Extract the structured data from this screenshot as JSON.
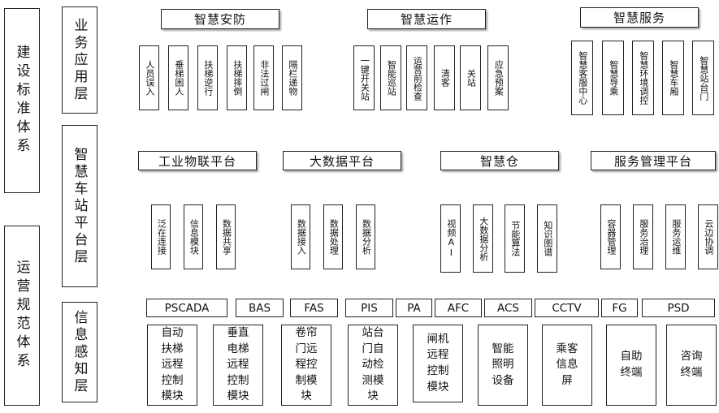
{
  "side_labels": {
    "top": "建设标准体系",
    "bottom": "运营规范体系"
  },
  "layers": {
    "business": "业务应用层",
    "platform": "智慧车站平台层",
    "sensing": "信息感知层"
  },
  "business_groups": [
    {
      "title": "智慧安防",
      "items": [
        "人员误入",
        "垂梯困人",
        "扶梯逆行",
        "扶梯摔倒",
        "非法过闸",
        "隔栏递物"
      ]
    },
    {
      "title": "智慧运作",
      "items": [
        "一键开关站",
        "智能巡站",
        "运营前检查",
        "清客",
        "关站",
        "应急预案"
      ]
    },
    {
      "title": "智慧服务",
      "items": [
        "智慧客服中心",
        "智慧导乘",
        "智慧环境调控",
        "智慧车厢",
        "智慧站台门"
      ]
    }
  ],
  "platform_groups": [
    {
      "title": "工业物联平台",
      "items": [
        "泛在连接",
        "信息模块",
        "数据共享"
      ]
    },
    {
      "title": "大数据平台",
      "items": [
        "数据接入",
        "数据处理",
        "数据分析"
      ]
    },
    {
      "title": "智慧仓",
      "items": [
        "视频AI",
        "大数据分析",
        "节能算法",
        "知识图谱"
      ]
    },
    {
      "title": "服务管理平台",
      "items": [
        "容器管理",
        "服务治理",
        "服务运维",
        "云边协调"
      ]
    }
  ],
  "protocols": [
    "PSCADA",
    "BAS",
    "FAS",
    "PIS",
    "PA",
    "AFC",
    "ACS",
    "CCTV",
    "FG",
    "PSD"
  ],
  "modules": [
    "自动\n扶梯\n远程\n控制\n模块",
    "垂直\n电梯\n远程\n控制\n模块",
    "卷帘\n门远\n程控\n制模\n块",
    "站台\n门自\n动检\n测模\n块",
    "闸机\n远程\n控制\n模块",
    "智能\n照明\n设备",
    "乘客\n信息\n屏",
    "自助\n终端",
    "咨询\n终端"
  ]
}
